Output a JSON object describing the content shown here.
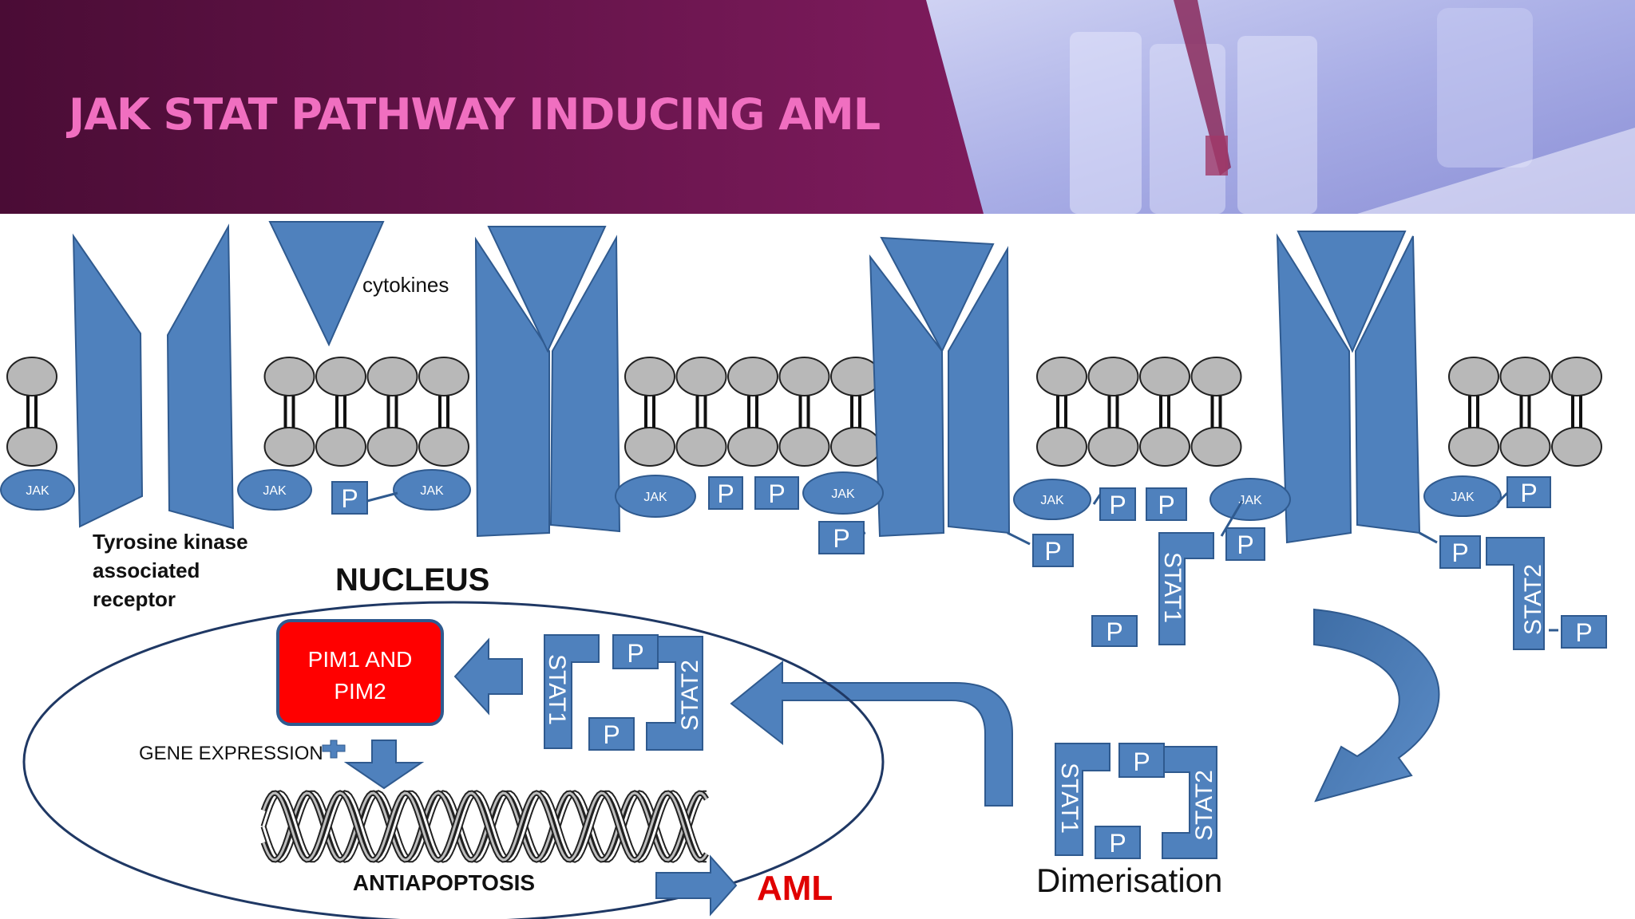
{
  "title": "JAK STAT PATHWAY INDUCING AML",
  "colors": {
    "title_pink": "#f06fc0",
    "banner_dark": "#5a1040",
    "banner_mid": "#7a1a5a",
    "protein_blue": "#4f81bd",
    "protein_stroke": "#2f5a8f",
    "lipid_gray": "#b8b8b8",
    "pim_red": "#ff0000",
    "aml_red": "#e00000"
  },
  "labels": {
    "cytokines": "cytokines",
    "receptor_line1": "Tyrosine kinase",
    "receptor_line2": "associated",
    "receptor_line3": "receptor",
    "nucleus": "NUCLEUS",
    "pim_line1": "PIM1 AND",
    "pim_line2": "PIM2",
    "gene_expression": "GENE EXPRESSION",
    "antiapoptosis": "ANTIAPOPTOSIS",
    "aml": "AML",
    "dimerisation": "Dimerisation",
    "jak": "JAK",
    "p": "P",
    "stat1": "STAT1",
    "stat2": "STAT2"
  }
}
